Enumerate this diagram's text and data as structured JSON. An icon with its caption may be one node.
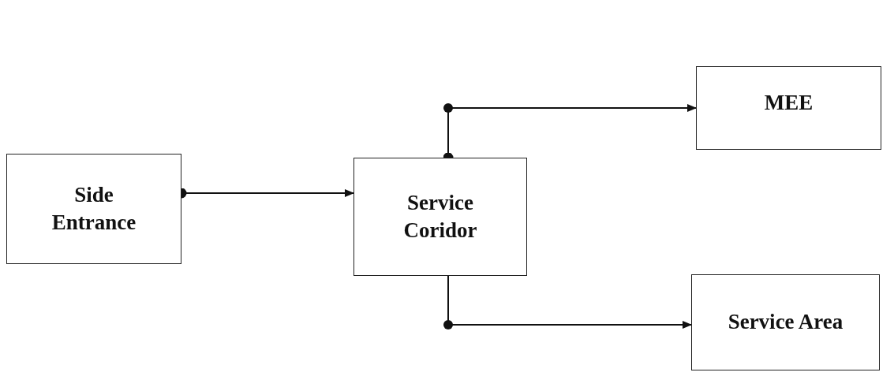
{
  "diagram": {
    "nodes": [
      {
        "text": [
          "Side Entrance"
        ]
      },
      {
        "text": [
          "Service Coridor"
        ]
      },
      {
        "text": [
          "MEE"
        ]
      },
      {
        "text": [
          "Service Area"
        ]
      }
    ],
    "edges": [
      {
        "from": 0,
        "to": 1,
        "arrow": "to"
      },
      {
        "from": 1,
        "to": 2,
        "arrow": "to"
      },
      {
        "from": 1,
        "to": 3,
        "arrow": "to"
      }
    ]
  }
}
